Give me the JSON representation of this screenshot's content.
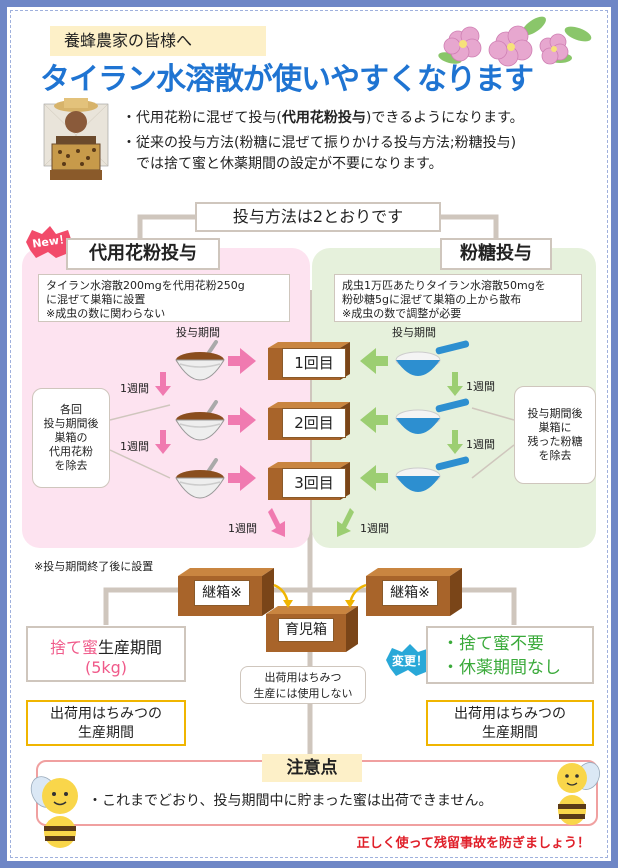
{
  "header": {
    "audience": "養蜂農家の皆様へ",
    "title": "タイラン水溶散が使いやすくなります"
  },
  "intro": {
    "bullet": "・",
    "line1_a": "代用花粉に混ぜて投与(",
    "line1_b": "代用花粉投与",
    "line1_c": ")できるようになります。",
    "line2_a": "従来の投与方法(粉糖に混ぜて振りかける投与方法;粉糖投与)",
    "line2_b": "では捨て蜜と休薬期間の設定が不要になります。"
  },
  "methods": {
    "heading": "投与方法は2とおりです",
    "new_sticker": "New！",
    "left": {
      "title": "代用花粉投与",
      "desc1": "タイラン水溶散200mgを代用花粉250g",
      "desc2": "に混ぜて巣箱に設置",
      "desc3": "※成虫の数に関わらない",
      "period_label": "投与期間",
      "week": "1週間",
      "side_note": [
        "各回",
        "投与期間後",
        "巣箱の",
        "代用花粉",
        "を除去"
      ]
    },
    "right": {
      "title": "粉糖投与",
      "desc1": "成虫1万匹あたりタイラン水溶散50mgを",
      "desc2": "粉砂糖5gに混ぜて巣箱の上から散布",
      "desc3": "※成虫の数で調整が必要",
      "period_label": "投与期間",
      "week": "1週間",
      "side_note": [
        "投与期間後",
        "巣箱に",
        "残った粉糖",
        "を除去"
      ]
    },
    "rounds": [
      "1回目",
      "2回目",
      "3回目"
    ]
  },
  "flow": {
    "note": "※投与期間終了後に設置",
    "succession_box": "継箱※",
    "brood_box": "育児箱",
    "center_note": [
      "出荷用はちみつ",
      "生産には使用しない"
    ],
    "left_period_a": "捨て蜜",
    "left_period_b": "生産期間",
    "left_period_c": "(5kg)",
    "changed_sticker": "変更！",
    "right_benefit1": "・捨て蜜不要",
    "right_benefit2": "・休薬期間なし",
    "production_label": [
      "出荷用はちみつの",
      "生産期間"
    ]
  },
  "caution": {
    "title": "注意点",
    "text": "・これまでどおり、投与期間中に貯まった蜜は出荷できません。",
    "footer": "正しく使って残留事故を防ぎましょう！"
  },
  "colors": {
    "frame": "#6e86c6",
    "title_blue": "#1f74d2",
    "pink_panel": "#fde3f0",
    "green_panel": "#e6f1dc",
    "pink_arrow": "#f07ab0",
    "green_arrow": "#9cce72",
    "yellow": "#f0b500",
    "red": "#e0202a",
    "wood": "#a8642a"
  }
}
